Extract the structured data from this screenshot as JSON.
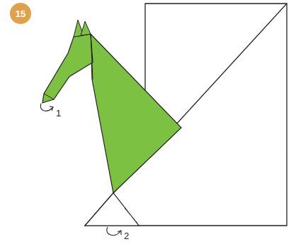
{
  "diagram": {
    "nodes": [
      {
        "text": [
          "15"
        ]
      }
    ],
    "labels": [
      "1",
      "2"
    ]
  }
}
